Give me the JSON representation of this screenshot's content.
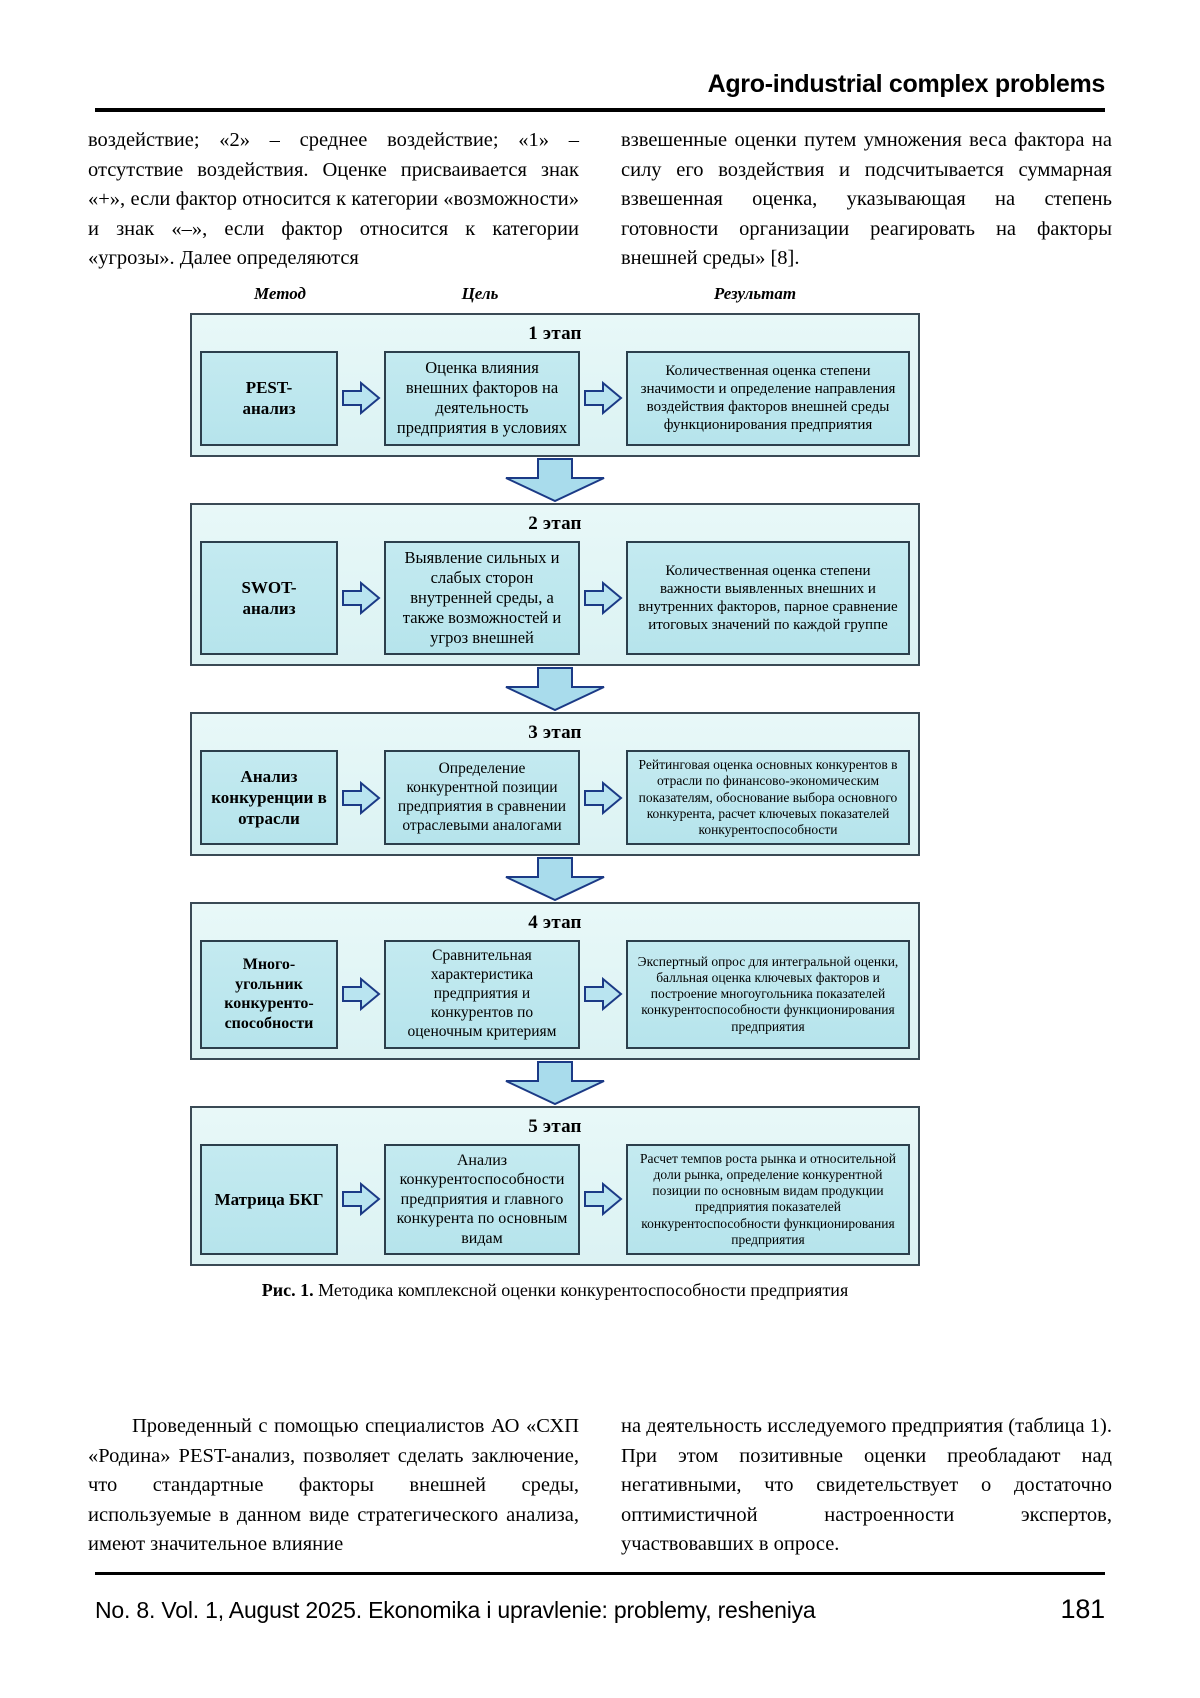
{
  "header": {
    "running_head": "Agro-industrial complex problems"
  },
  "top_text": {
    "left": "воздействие; «2» – среднее воздействие; «1» – отсутствие воздействия. Оценке присваивается знак «+», если фактор относится к категории «возможности» и знак «–», если фактор относится к категории «угрозы». Далее определяются",
    "right": "взвешенные оценки путем умножения веса фактора на силу его воздействия и подсчитывается суммарная взвешенная оценка, указывающая на степень готовности организации реагировать на факторы внешней среды» [8]."
  },
  "figure": {
    "column_headers": {
      "method": "Метод",
      "goal": "Цель",
      "result": "Результат"
    },
    "stages": [
      {
        "title": "1 этап",
        "method": "PEST-\nанализ",
        "goal": "Оценка влияния внешних факторов на деятельность предприятия в условиях",
        "result": "Количественная оценка степени значимости и определение направления воздействия факторов внешней среды функционирования предприятия"
      },
      {
        "title": "2 этап",
        "method": "SWOT-\nанализ",
        "goal": "Выявление сильных и слабых сторон внутренней среды, а также возможностей и угроз внешней",
        "result": "Количественная оценка степени важности выявленных внешних и внутренних факторов, парное сравнение итоговых значений по каждой группе"
      },
      {
        "title": "3 этап",
        "method": "Анализ конкуренции в отрасли",
        "goal": "Определение конкурентной позиции предприятия в сравнении отраслевыми аналогами",
        "result": "Рейтинговая оценка основных конкурентов в отрасли по финансово-экономическим показателям, обоснование выбора основного конкурента, расчет ключевых показателей конкурентоспособности"
      },
      {
        "title": "4 этап",
        "method": "Много-\nугольник конкуренто-\nспособности",
        "goal": "Сравнительная характеристика предприятия и конкурентов по оценочным критериям",
        "result": "Экспертный опрос для интегральной оценки, балльная оценка ключевых факторов и построение многоугольника показателей конкурентоспособности функционирования предприятия"
      },
      {
        "title": "5 этап",
        "method": "Матрица БКГ",
        "goal": "Анализ конкурентоспособности предприятия и главного конкурента по основным видам",
        "result": "Расчет темпов роста рынка и относительной доли рынка, определение конкурентной позиции по основным видам продукции предприятия показателей конкурентоспособности функционирования предприятия"
      }
    ],
    "caption_label": "Рис. 1.",
    "caption_text": " Методика комплексной оценки конкурентоспособности предприятия"
  },
  "bottom_text": {
    "left": "Проведенный с помощью специалистов АО «СХП «Родина» PEST-анализ, позволяет сделать заключение, что стандартные факторы внешней среды, используемые в данном виде стратегического анализа, имеют значительное влияние",
    "right": "на деятельность исследуемого предприятия (таблица 1). При этом позитивные оценки преобладают над негативными, что свидетельствует о достаточно оптимистичной настроенности экспертов, участвовавших в опросе."
  },
  "footer": {
    "issue": "No. 8. Vol. 1, August 2025. Ekonomika i upravlenie: problemy, resheniya",
    "page_number": "181"
  },
  "colors": {
    "stage_fill": "#e2f5f5",
    "box_fill": "#bee8ef",
    "border": "#2c3f4c",
    "arrow_stroke": "#1b3a86"
  }
}
